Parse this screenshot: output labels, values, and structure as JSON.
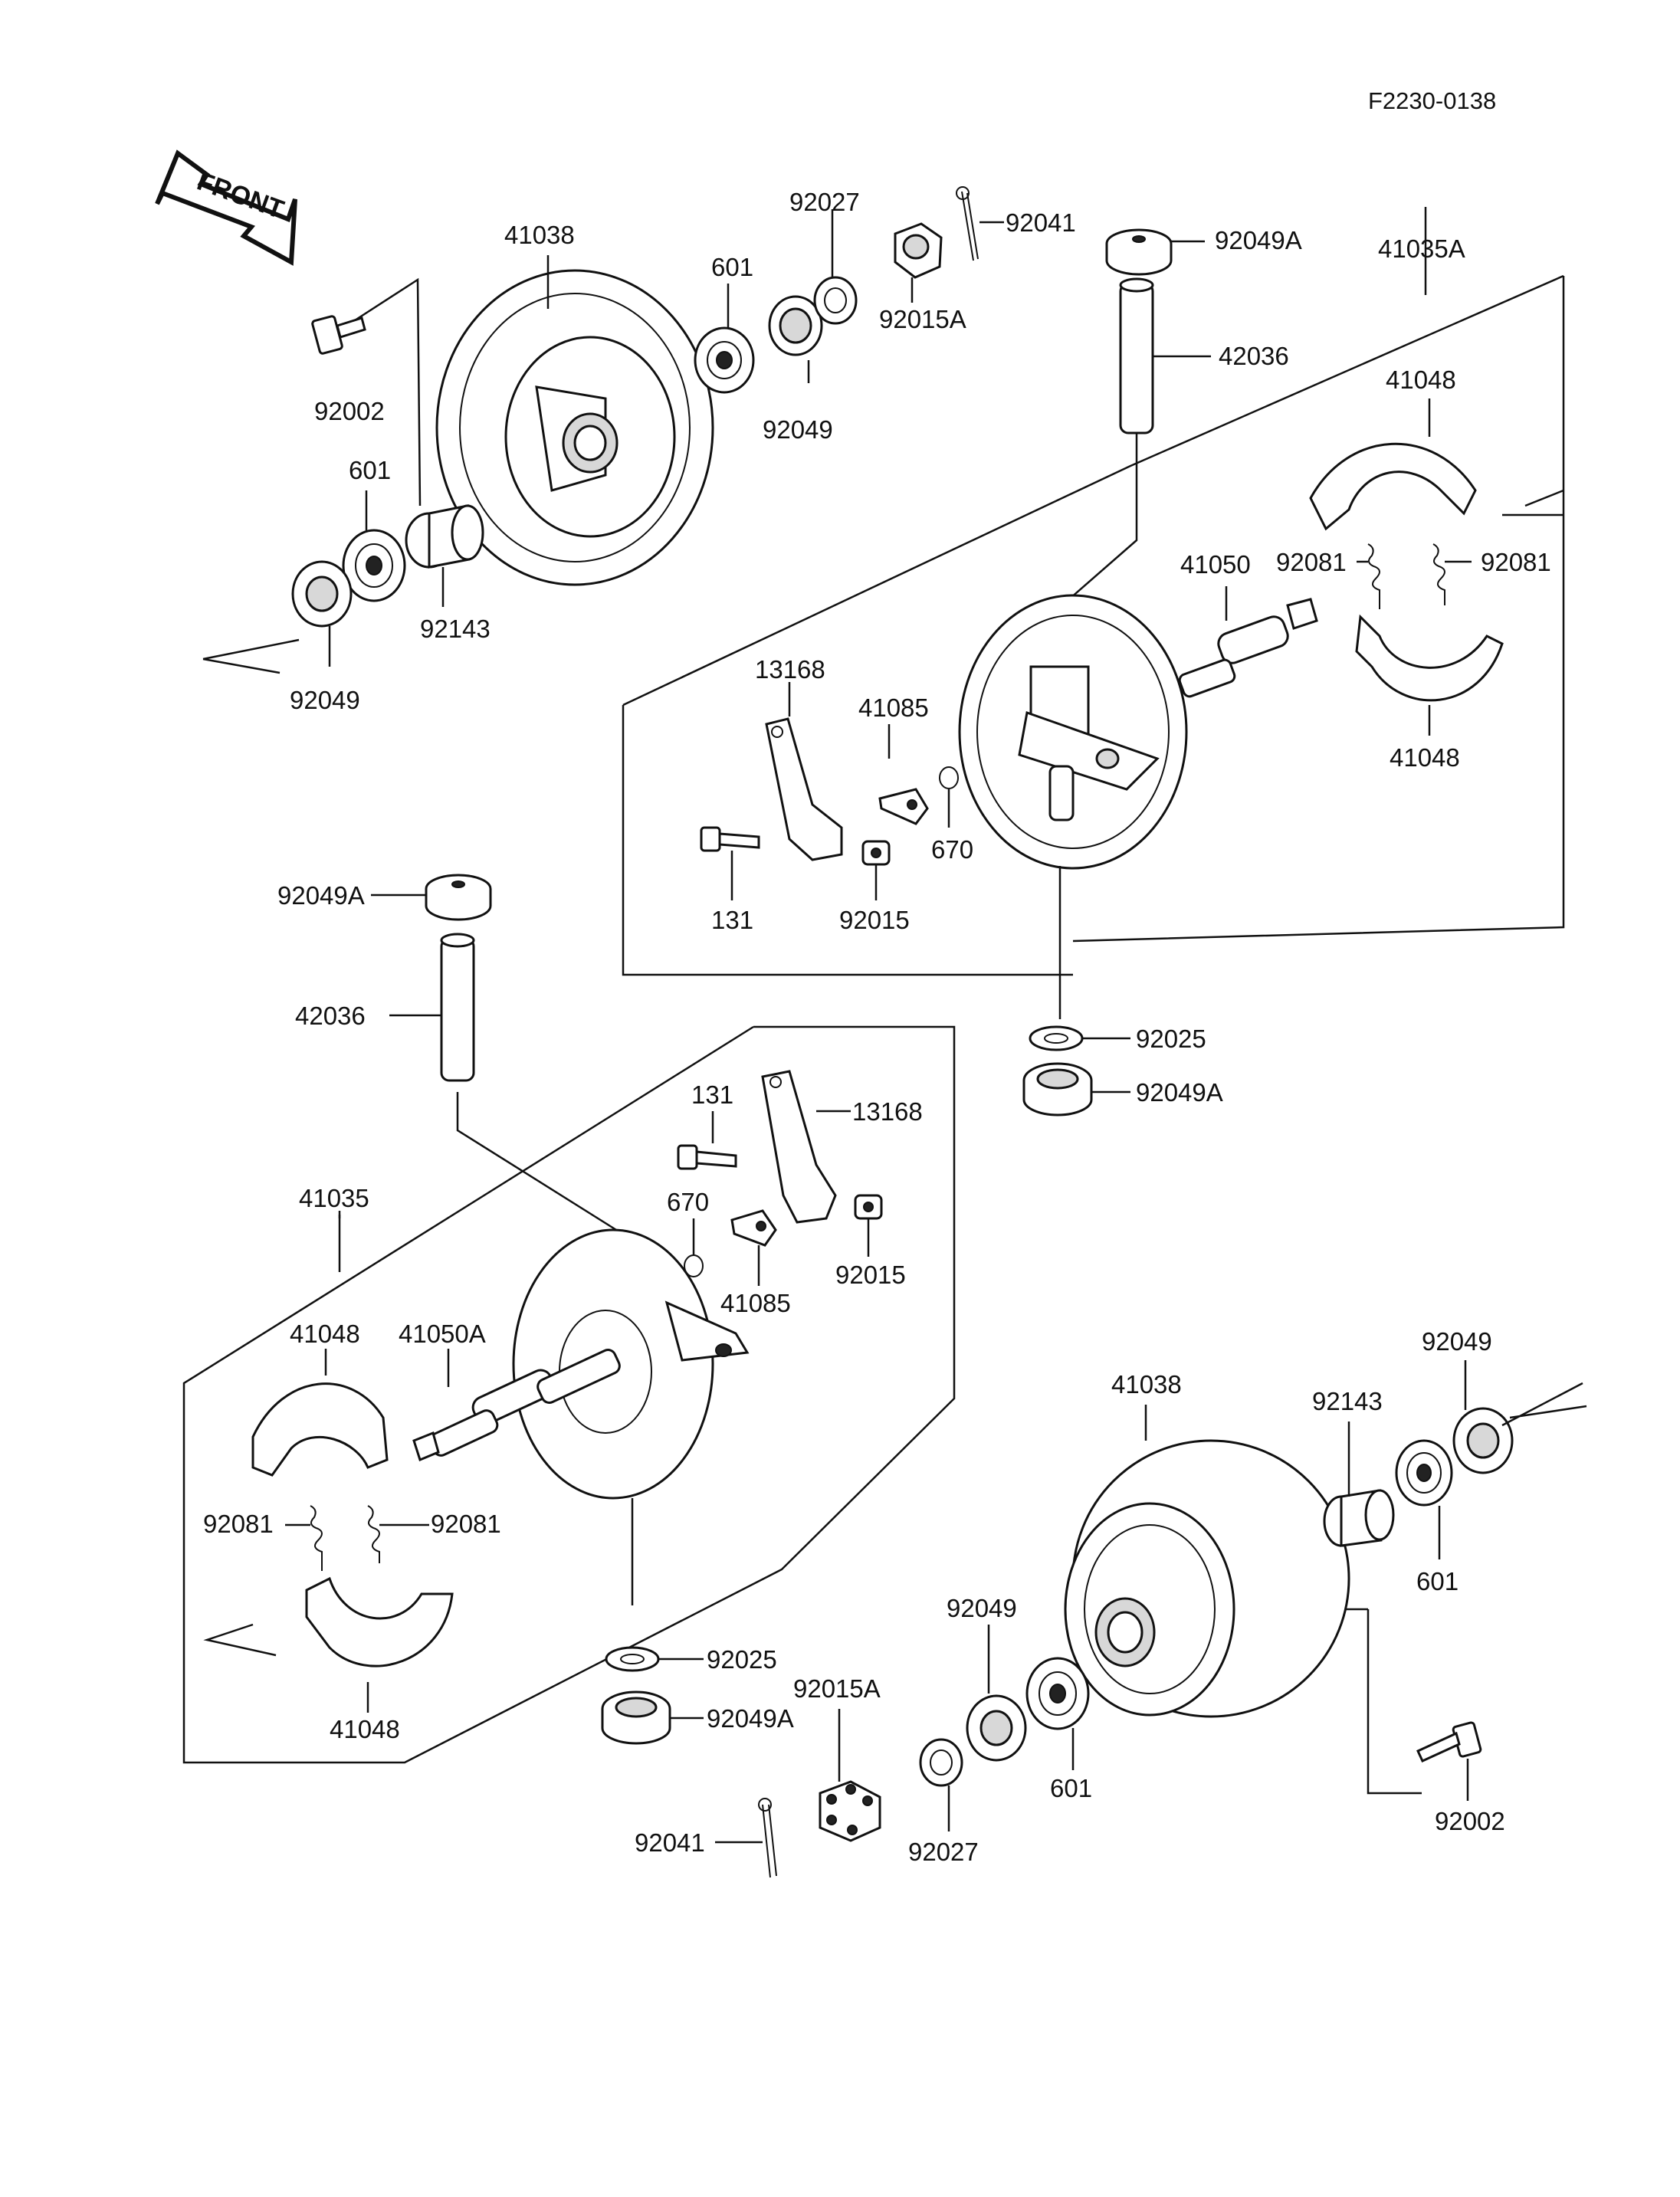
{
  "figure_id": "F2230-0138",
  "front_label": "FRONT",
  "top_wheel": {
    "drum": "41038",
    "bolt": "92002",
    "bearing_outer": "601",
    "bearing_inner": "601",
    "seal_right": "92049",
    "seal_left": "92049",
    "spacer_short": "92027",
    "spacer_long": "92143",
    "nut": "92015A",
    "cotter_pin": "92041"
  },
  "top_panel": {
    "assembly": "41035A",
    "cap": "92049A",
    "pin": "42036",
    "shoe_top": "41048",
    "shoe_bottom": "41048",
    "spring_left": "92081",
    "spring_right": "92081",
    "cam": "41050",
    "lever": "13168",
    "indicator": "41085",
    "oring": "670",
    "bolt": "131",
    "nut": "92015",
    "washer": "92025",
    "seal": "92049A"
  },
  "bottom_panel": {
    "assembly": "41035",
    "cap": "92049A",
    "pin": "42036",
    "bolt": "131",
    "lever": "13168",
    "oring": "670",
    "indicator": "41085",
    "nut": "92015",
    "shoe_top": "41048",
    "shoe_bottom": "41048",
    "cam": "41050A",
    "spring_left": "92081",
    "spring_right": "92081",
    "washer": "92025",
    "seal": "92049A"
  },
  "bottom_wheel": {
    "drum": "41038",
    "spacer_long": "92143",
    "seal_right": "92049",
    "bearing_right": "601",
    "seal_left": "92049",
    "bearing_left": "601",
    "nut": "92015A",
    "spacer_short": "92027",
    "cotter_pin": "92041",
    "bolt": "92002"
  }
}
